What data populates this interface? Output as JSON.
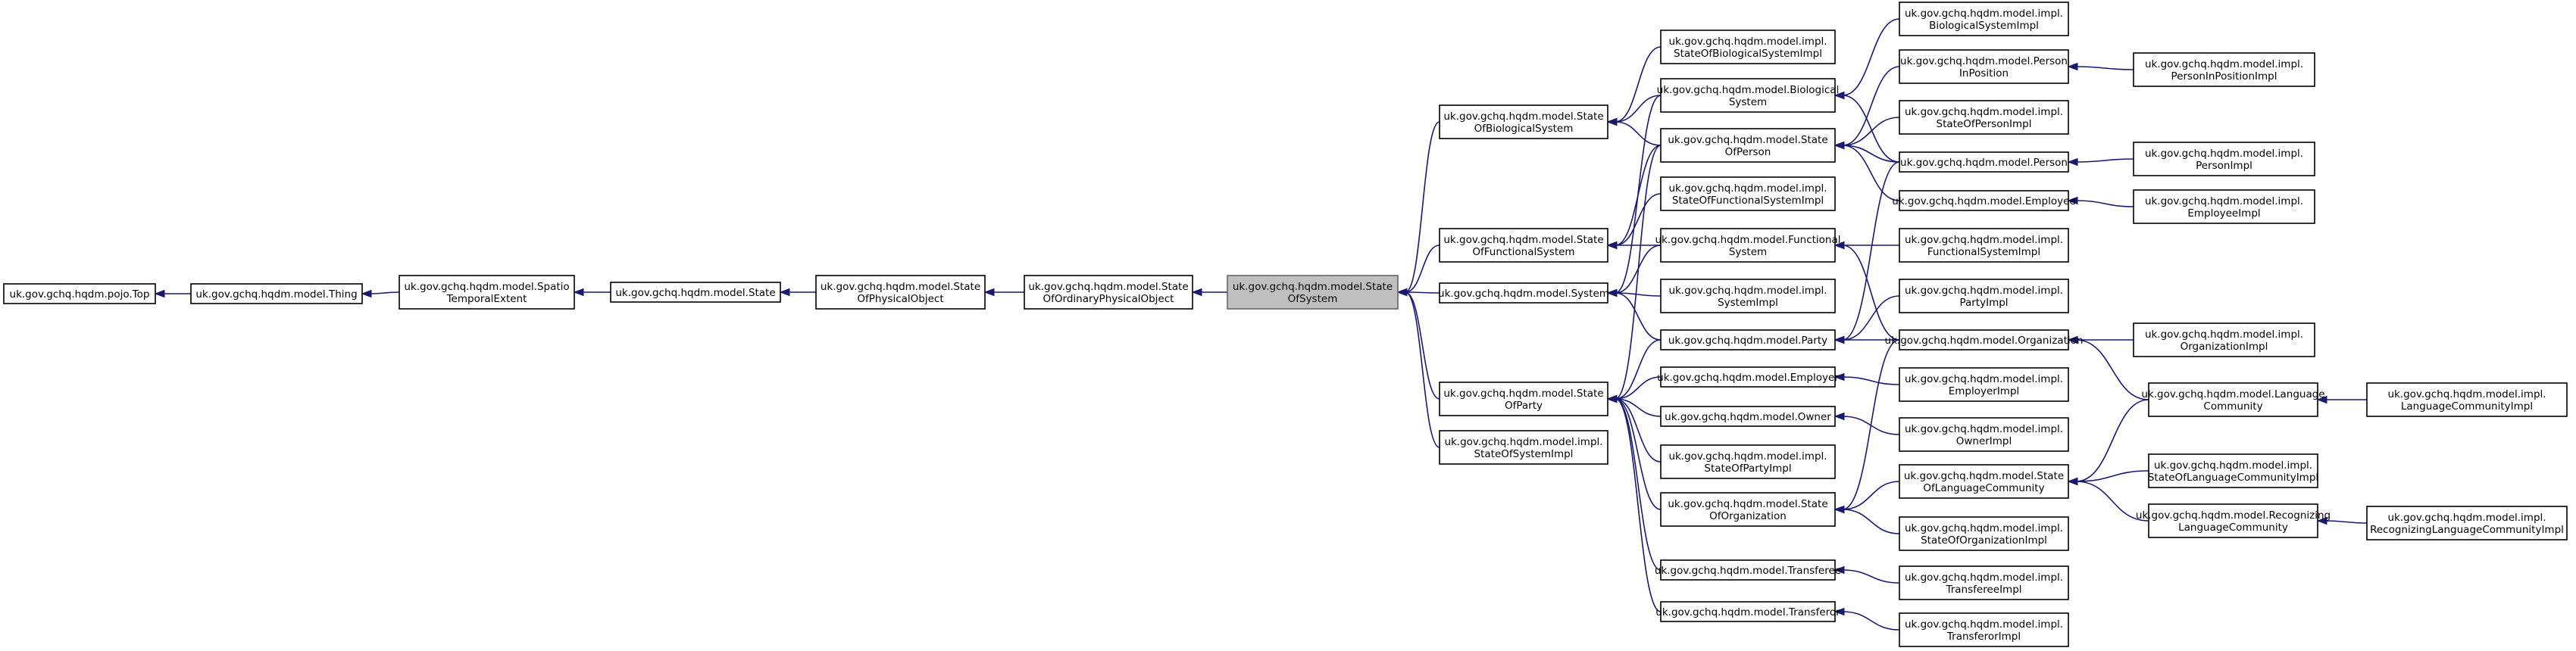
{
  "diagram": {
    "title": "",
    "nodes": [
      {
        "id": "pojo_top",
        "lines": [
          "uk.gov.gchq.hqdm.pojo.Top"
        ]
      },
      {
        "id": "thing",
        "lines": [
          "uk.gov.gchq.hqdm.model.Thing"
        ]
      },
      {
        "id": "spatio",
        "lines": [
          "uk.gov.gchq.hqdm.model.Spatio",
          "TemporalExtent"
        ]
      },
      {
        "id": "state",
        "lines": [
          "uk.gov.gchq.hqdm.model.State"
        ]
      },
      {
        "id": "sophys",
        "lines": [
          "uk.gov.gchq.hqdm.model.State",
          "OfPhysicalObject"
        ]
      },
      {
        "id": "soord",
        "lines": [
          "uk.gov.gchq.hqdm.model.State",
          "OfOrdinaryPhysicalObject"
        ]
      },
      {
        "id": "sosys",
        "lines": [
          "uk.gov.gchq.hqdm.model.State",
          "OfSystem"
        ]
      },
      {
        "id": "sobio",
        "lines": [
          "uk.gov.gchq.hqdm.model.State",
          "OfBiologicalSystem"
        ]
      },
      {
        "id": "sofunc",
        "lines": [
          "uk.gov.gchq.hqdm.model.State",
          "OfFunctionalSystem"
        ]
      },
      {
        "id": "system",
        "lines": [
          "uk.gov.gchq.hqdm.model.System"
        ]
      },
      {
        "id": "soparty",
        "lines": [
          "uk.gov.gchq.hqdm.model.State",
          "OfParty"
        ]
      },
      {
        "id": "sosysimpl",
        "lines": [
          "uk.gov.gchq.hqdm.model.impl.",
          "StateOfSystemImpl"
        ]
      },
      {
        "id": "sobioimpl",
        "lines": [
          "uk.gov.gchq.hqdm.model.impl.",
          "StateOfBiologicalSystemImpl"
        ]
      },
      {
        "id": "bio",
        "lines": [
          "uk.gov.gchq.hqdm.model.Biological",
          "System"
        ]
      },
      {
        "id": "soperson",
        "lines": [
          "uk.gov.gchq.hqdm.model.State",
          "OfPerson"
        ]
      },
      {
        "id": "sofuncimpl",
        "lines": [
          "uk.gov.gchq.hqdm.model.impl.",
          "StateOfFunctionalSystemImpl"
        ]
      },
      {
        "id": "func",
        "lines": [
          "uk.gov.gchq.hqdm.model.Functional",
          "System"
        ]
      },
      {
        "id": "sysimpl",
        "lines": [
          "uk.gov.gchq.hqdm.model.impl.",
          "SystemImpl"
        ]
      },
      {
        "id": "party",
        "lines": [
          "uk.gov.gchq.hqdm.model.Party"
        ]
      },
      {
        "id": "employer",
        "lines": [
          "uk.gov.gchq.hqdm.model.Employer"
        ]
      },
      {
        "id": "owner",
        "lines": [
          "uk.gov.gchq.hqdm.model.Owner"
        ]
      },
      {
        "id": "sopartyimpl",
        "lines": [
          "uk.gov.gchq.hqdm.model.impl.",
          "StateOfPartyImpl"
        ]
      },
      {
        "id": "soorg",
        "lines": [
          "uk.gov.gchq.hqdm.model.State",
          "OfOrganization"
        ]
      },
      {
        "id": "transferee",
        "lines": [
          "uk.gov.gchq.hqdm.model.Transferee"
        ]
      },
      {
        "id": "transferor",
        "lines": [
          "uk.gov.gchq.hqdm.model.Transferor"
        ]
      },
      {
        "id": "bioimpl",
        "lines": [
          "uk.gov.gchq.hqdm.model.impl.",
          "BiologicalSystemImpl"
        ]
      },
      {
        "id": "pip",
        "lines": [
          "uk.gov.gchq.hqdm.model.Person",
          "InPosition"
        ]
      },
      {
        "id": "sopersonimpl",
        "lines": [
          "uk.gov.gchq.hqdm.model.impl.",
          "StateOfPersonImpl"
        ]
      },
      {
        "id": "person",
        "lines": [
          "uk.gov.gchq.hqdm.model.Person"
        ]
      },
      {
        "id": "employee",
        "lines": [
          "uk.gov.gchq.hqdm.model.Employee"
        ]
      },
      {
        "id": "funcimpl",
        "lines": [
          "uk.gov.gchq.hqdm.model.impl.",
          "FunctionalSystemImpl"
        ]
      },
      {
        "id": "partyimpl",
        "lines": [
          "uk.gov.gchq.hqdm.model.impl.",
          "PartyImpl"
        ]
      },
      {
        "id": "org",
        "lines": [
          "uk.gov.gchq.hqdm.model.Organization"
        ]
      },
      {
        "id": "employerimpl",
        "lines": [
          "uk.gov.gchq.hqdm.model.impl.",
          "EmployerImpl"
        ]
      },
      {
        "id": "ownerimpl",
        "lines": [
          "uk.gov.gchq.hqdm.model.impl.",
          "OwnerImpl"
        ]
      },
      {
        "id": "solang",
        "lines": [
          "uk.gov.gchq.hqdm.model.State",
          "OfLanguageCommunity"
        ]
      },
      {
        "id": "soorgimpl",
        "lines": [
          "uk.gov.gchq.hqdm.model.impl.",
          "StateOfOrganizationImpl"
        ]
      },
      {
        "id": "transfereeimpl",
        "lines": [
          "uk.gov.gchq.hqdm.model.impl.",
          "TransfereeImpl"
        ]
      },
      {
        "id": "transferorimpl",
        "lines": [
          "uk.gov.gchq.hqdm.model.impl.",
          "TransferorImpl"
        ]
      },
      {
        "id": "pipimpl",
        "lines": [
          "uk.gov.gchq.hqdm.model.impl.",
          "PersonInPositionImpl"
        ]
      },
      {
        "id": "personimpl",
        "lines": [
          "uk.gov.gchq.hqdm.model.impl.",
          "PersonImpl"
        ]
      },
      {
        "id": "employeeimpl",
        "lines": [
          "uk.gov.gchq.hqdm.model.impl.",
          "EmployeeImpl"
        ]
      },
      {
        "id": "orgimpl",
        "lines": [
          "uk.gov.gchq.hqdm.model.impl.",
          "OrganizationImpl"
        ]
      },
      {
        "id": "lang",
        "lines": [
          "uk.gov.gchq.hqdm.model.Language",
          "Community"
        ]
      },
      {
        "id": "solangimpl",
        "lines": [
          "uk.gov.gchq.hqdm.model.impl.",
          "StateOfLanguageCommunityImpl"
        ]
      },
      {
        "id": "reclang",
        "lines": [
          "uk.gov.gchq.hqdm.model.Recognizing",
          "LanguageCommunity"
        ]
      },
      {
        "id": "langimpl",
        "lines": [
          "uk.gov.gchq.hqdm.model.impl.",
          "LanguageCommunityImpl"
        ]
      },
      {
        "id": "reclangimpl",
        "lines": [
          "uk.gov.gchq.hqdm.model.impl.",
          "RecognizingLanguageCommunityImpl"
        ]
      }
    ],
    "focus_node": "sosys",
    "edges": [
      [
        "thing",
        "pojo_top"
      ],
      [
        "spatio",
        "thing"
      ],
      [
        "state",
        "spatio"
      ],
      [
        "sophys",
        "state"
      ],
      [
        "soord",
        "sophys"
      ],
      [
        "sosys",
        "soord"
      ],
      [
        "sobio",
        "sosys"
      ],
      [
        "sofunc",
        "sosys"
      ],
      [
        "system",
        "sosys"
      ],
      [
        "soparty",
        "sosys"
      ],
      [
        "sosysimpl",
        "sosys"
      ],
      [
        "sobioimpl",
        "sobio"
      ],
      [
        "bio",
        "sobio"
      ],
      [
        "soperson",
        "sobio"
      ],
      [
        "sofuncimpl",
        "sofunc"
      ],
      [
        "func",
        "sofunc"
      ],
      [
        "soperson",
        "sofunc"
      ],
      [
        "bio",
        "system"
      ],
      [
        "func",
        "system"
      ],
      [
        "sysimpl",
        "system"
      ],
      [
        "party",
        "system"
      ],
      [
        "soperson",
        "soparty"
      ],
      [
        "party",
        "soparty"
      ],
      [
        "employer",
        "soparty"
      ],
      [
        "owner",
        "soparty"
      ],
      [
        "sopartyimpl",
        "soparty"
      ],
      [
        "soorg",
        "soparty"
      ],
      [
        "transferee",
        "soparty"
      ],
      [
        "transferor",
        "soparty"
      ],
      [
        "bioimpl",
        "bio"
      ],
      [
        "person",
        "bio"
      ],
      [
        "pip",
        "soperson"
      ],
      [
        "sopersonimpl",
        "soperson"
      ],
      [
        "person",
        "soperson"
      ],
      [
        "employee",
        "soperson"
      ],
      [
        "funcimpl",
        "func"
      ],
      [
        "org",
        "func"
      ],
      [
        "partyimpl",
        "party"
      ],
      [
        "person",
        "party"
      ],
      [
        "org",
        "party"
      ],
      [
        "employerimpl",
        "employer"
      ],
      [
        "ownerimpl",
        "owner"
      ],
      [
        "org",
        "soorg"
      ],
      [
        "solang",
        "soorg"
      ],
      [
        "soorgimpl",
        "soorg"
      ],
      [
        "transfereeimpl",
        "transferee"
      ],
      [
        "transferorimpl",
        "transferor"
      ],
      [
        "pipimpl",
        "pip"
      ],
      [
        "personimpl",
        "person"
      ],
      [
        "employeeimpl",
        "employee"
      ],
      [
        "orgimpl",
        "org"
      ],
      [
        "lang",
        "org"
      ],
      [
        "lang",
        "solang"
      ],
      [
        "solangimpl",
        "solang"
      ],
      [
        "reclang",
        "solang"
      ],
      [
        "langimpl",
        "lang"
      ],
      [
        "reclangimpl",
        "reclang"
      ]
    ]
  }
}
